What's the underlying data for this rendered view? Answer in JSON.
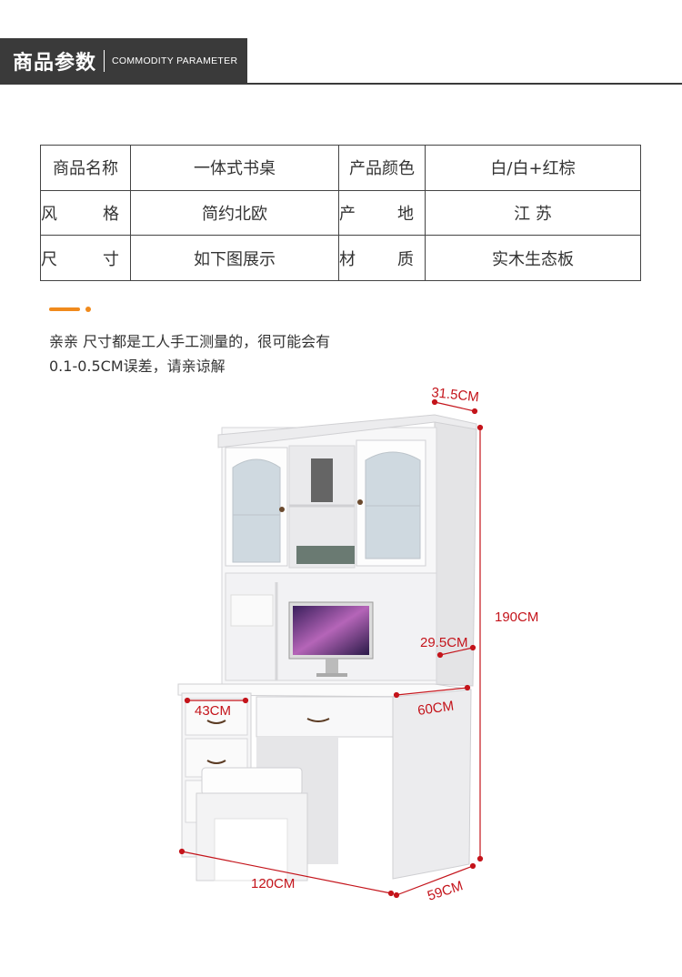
{
  "header": {
    "title": "商品参数",
    "subtitle": "COMMODITY PARAMETER"
  },
  "params": [
    {
      "k1": "商品名称",
      "v1": "一体式书桌",
      "k2": "产品颜色",
      "v2": "白/白+红棕"
    },
    {
      "k1": [
        "风",
        "格"
      ],
      "v1": "简约北欧",
      "k2": [
        "产",
        "地"
      ],
      "v2": "江 苏"
    },
    {
      "k1": [
        "尺",
        "寸"
      ],
      "v1": "如下图展示",
      "k2": [
        "材",
        "质"
      ],
      "v2": "实木生态板"
    }
  ],
  "note": {
    "line1": "亲亲 尺寸都是工人手工测量的，很可能会有",
    "line2": "0.1-0.5CM误差，请亲谅解"
  },
  "dimensions": {
    "top_depth": "31.5CM",
    "height": "190CM",
    "hutch_depth": "29.5CM",
    "desk_depth": "60CM",
    "drawer_width": "43CM",
    "width": "120CM",
    "base_depth": "59CM"
  },
  "colors": {
    "header_bg": "#3a3a3a",
    "accent": "#f08a1c",
    "dimension": "#c4141b"
  }
}
